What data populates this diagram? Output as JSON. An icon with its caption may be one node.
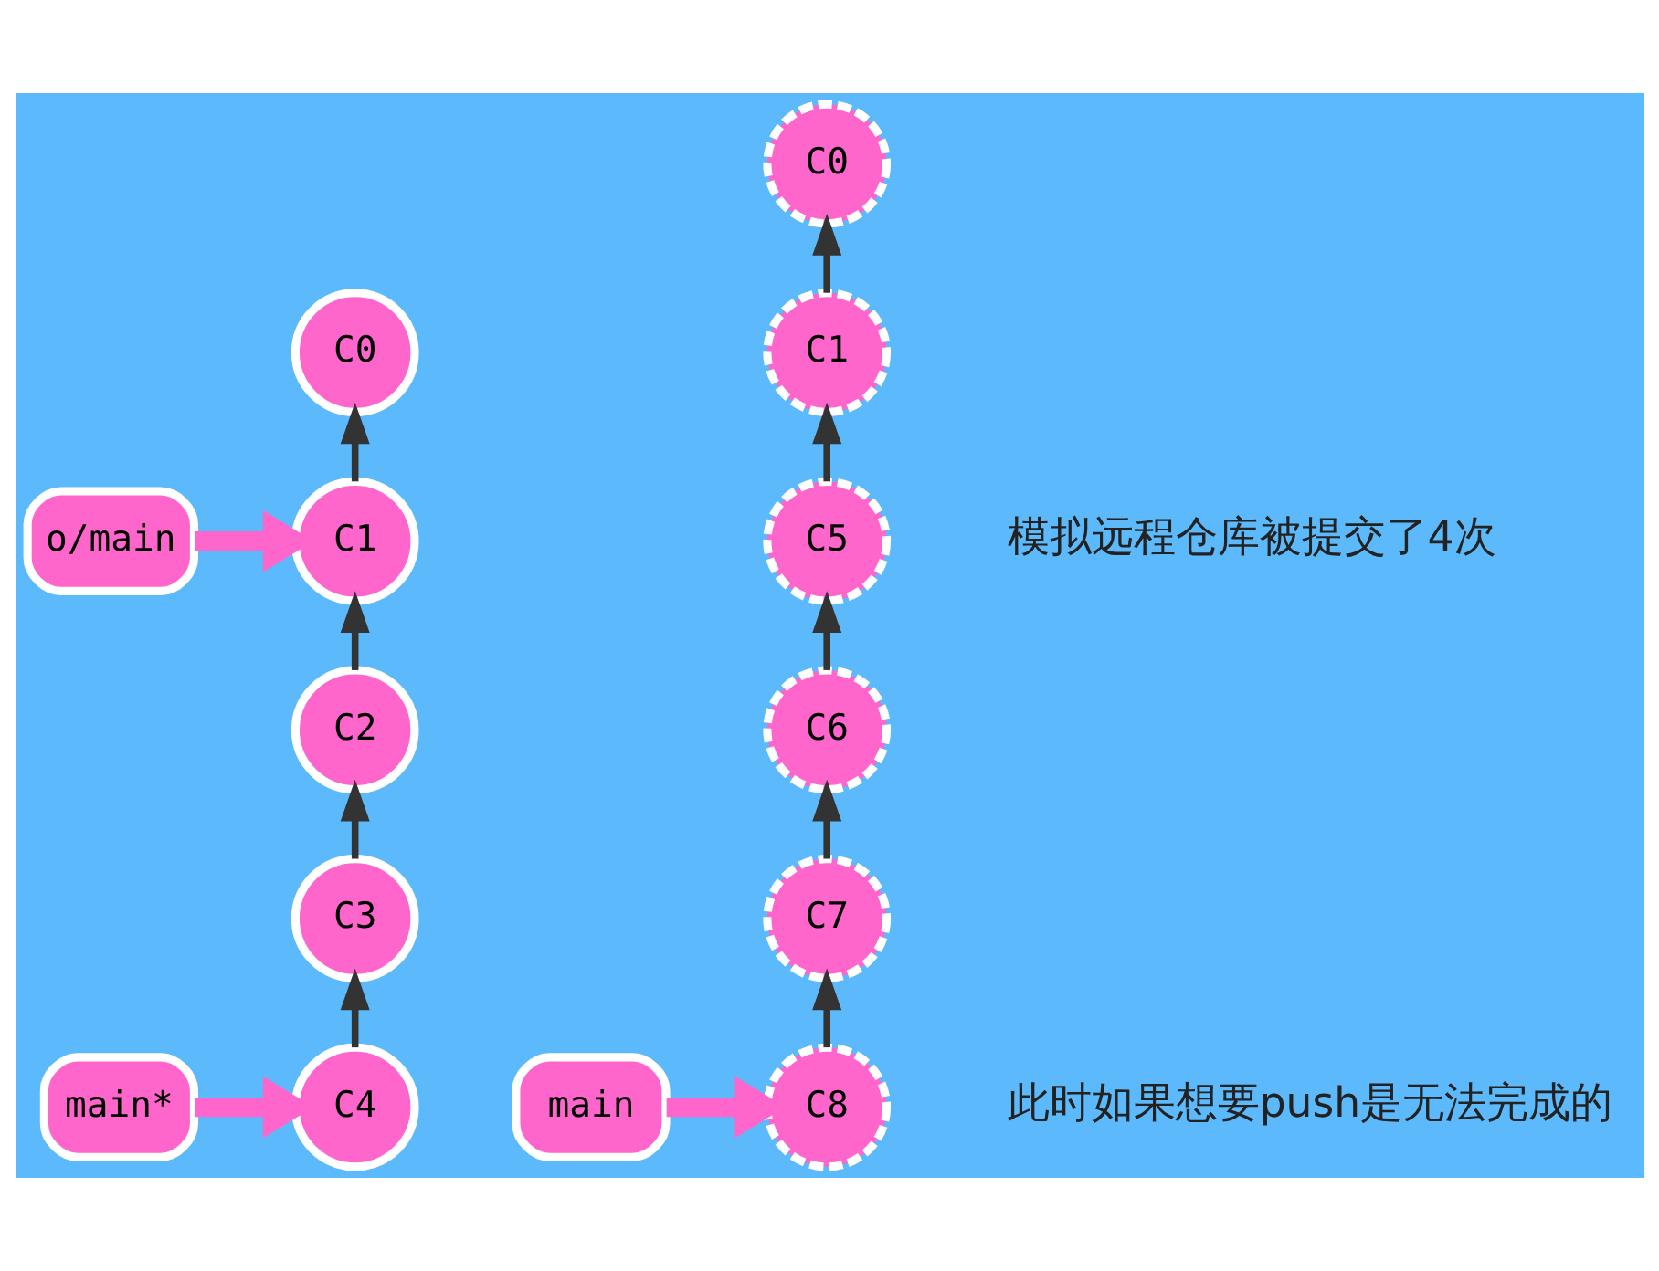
{
  "diagram": {
    "nodes": [
      {
        "text": [
          "C0"
        ]
      },
      {
        "text": [
          "o/main"
        ]
      },
      {
        "text": [
          "C1"
        ]
      },
      {
        "text": [
          "C2"
        ]
      },
      {
        "text": [
          "C3"
        ]
      },
      {
        "text": [
          "main*"
        ]
      },
      {
        "text": [
          "C4"
        ]
      },
      {
        "text": [
          "C0"
        ]
      },
      {
        "text": [
          "C1"
        ]
      },
      {
        "text": [
          "C5"
        ]
      },
      {
        "text": [
          "C6"
        ]
      },
      {
        "text": [
          "C7"
        ]
      },
      {
        "text": [
          "main"
        ]
      },
      {
        "text": [
          "C8"
        ]
      }
    ],
    "edges": [
      {
        "from": 2,
        "to": 0,
        "arrow": "to"
      },
      {
        "from": 3,
        "to": 2,
        "arrow": "to"
      },
      {
        "from": 4,
        "to": 3,
        "arrow": "to"
      },
      {
        "from": 6,
        "to": 4,
        "arrow": "to"
      },
      {
        "from": 1,
        "to": 2,
        "arrow": "to",
        "style": "thick",
        "color": "#ff66cc"
      },
      {
        "from": 5,
        "to": 6,
        "arrow": "to",
        "style": "thick",
        "color": "#ff66cc"
      },
      {
        "from": 8,
        "to": 7,
        "arrow": "to"
      },
      {
        "from": 9,
        "to": 8,
        "arrow": "to"
      },
      {
        "from": 10,
        "to": 9,
        "arrow": "to"
      },
      {
        "from": 11,
        "to": 10,
        "arrow": "to"
      },
      {
        "from": 13,
        "to": 11,
        "arrow": "to"
      },
      {
        "from": 12,
        "to": 13,
        "arrow": "to",
        "style": "thick",
        "color": "#ff66cc"
      }
    ],
    "labels": [
      "模拟远程仓库被提交了4次",
      "此时如果想要push是无法完成的"
    ]
  }
}
